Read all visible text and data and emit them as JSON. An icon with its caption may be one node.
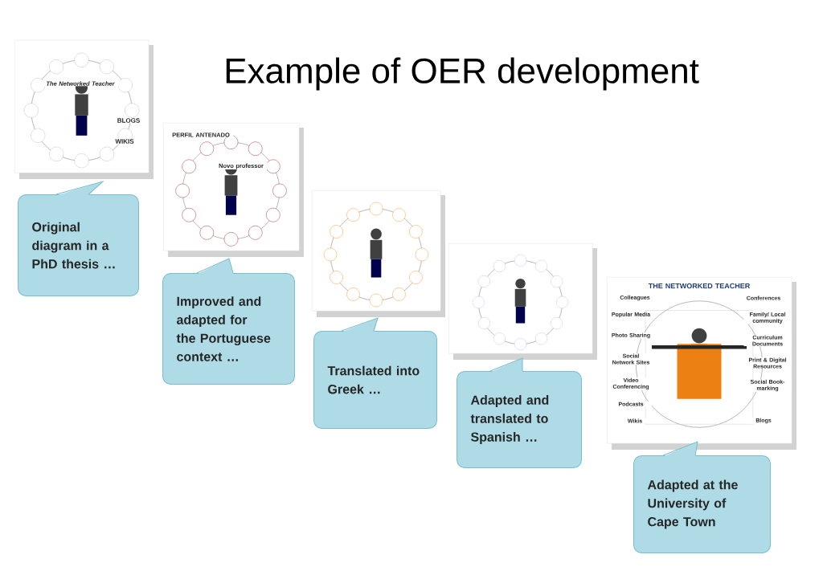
{
  "diagram": {
    "title": "Example of OER development",
    "nodes": [
      {
        "text": [],
        "shape": "picture"
      },
      {
        "text": [],
        "shape": "picture"
      },
      {
        "text": [],
        "shape": "picture"
      },
      {
        "text": [],
        "shape": "picture"
      },
      {
        "text": [],
        "shape": "picture"
      },
      {
        "text": [
          "Original diagram in a PhD thesis …"
        ]
      },
      {
        "text": [
          "Improved and adapted for the Portuguese context …"
        ]
      },
      {
        "text": [
          "Translated into Greek …"
        ]
      },
      {
        "text": [
          "Adapted and translated to Spanish …"
        ]
      },
      {
        "text": [
          "Adapted at the University of Cape Town"
        ]
      }
    ],
    "labels": [
      "The Networked Teacher",
      "BLOGS",
      "WIKIS",
      "PERFIL ANTENADO",
      "Novo professor",
      "THE NETWORKED TEACHER",
      "Colleagues",
      "Conferences",
      "Popular Media",
      "Family/ Local community",
      "Photo Sharing",
      "Curriculum Documents",
      "Social Network Sites",
      "Print & Digital Resources",
      "Video Conferencing",
      "Social Book-marking",
      "Podcasts",
      "Wikis",
      "Blogs"
    ]
  }
}
